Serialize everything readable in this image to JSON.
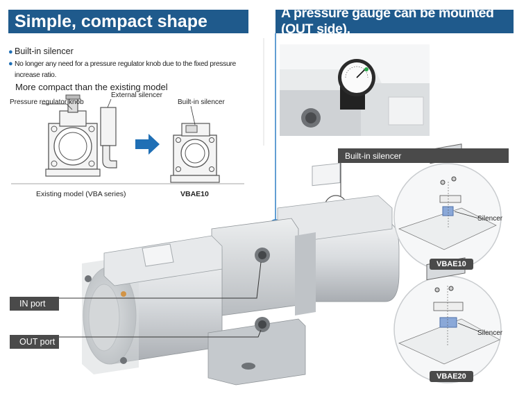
{
  "headers": {
    "left": "Simple, compact shape",
    "right": "A pressure gauge can be mounted (OUT side)."
  },
  "bullets": [
    {
      "text": "Built-in silencer",
      "style": "normal"
    },
    {
      "text": "No longer any need for a pressure regulator knob due to the fixed pressure increase ratio.",
      "style": "small"
    }
  ],
  "bullet_sub": "More compact than the existing model",
  "figure_labels": {
    "pressure_regulator_knob": "Pressure regulator knob",
    "external_silencer": "External silencer",
    "built_in_silencer": "Built-in silencer",
    "existing_model": "Existing model (VBA series)",
    "vbae10": "VBAE10"
  },
  "silencer_tag": "Built-in silencer",
  "ports": {
    "in": "IN port",
    "out": "OUT port"
  },
  "detail_circles": [
    {
      "model": "VBAE10",
      "callout": "Silencer"
    },
    {
      "model": "VBAE20",
      "callout": "Silencer"
    }
  ],
  "colors": {
    "header_bg": "#1f5a8c",
    "tag_bg": "#4a4a4a",
    "accent_arrow": "#1f6fb5",
    "silencer_blue": "#8aa8d8"
  }
}
